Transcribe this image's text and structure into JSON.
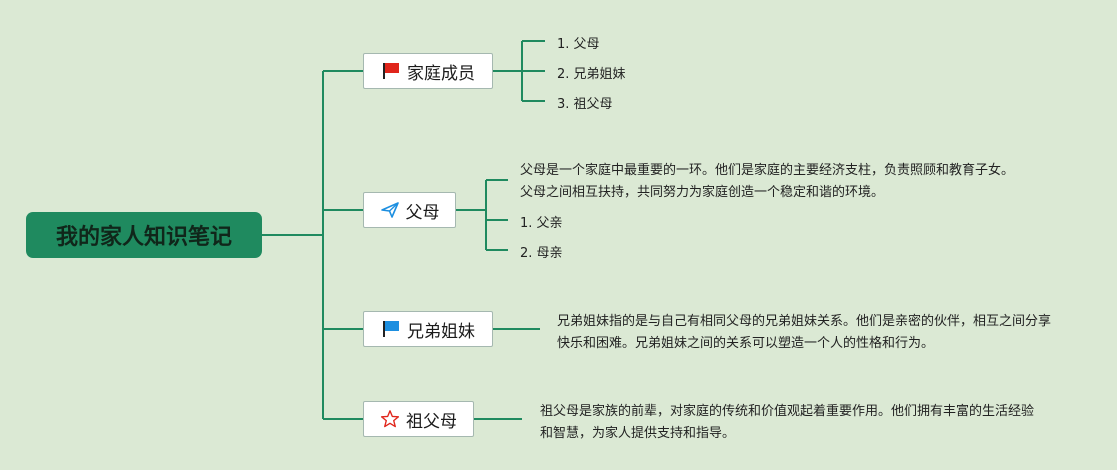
{
  "root": {
    "title": "我的家人知识笔记"
  },
  "branches": [
    {
      "label": "家庭成员",
      "icon": "red-flag-icon",
      "items": [
        "1. 父母",
        "2. 兄弟姐妹",
        "3. 祖父母"
      ]
    },
    {
      "label": "父母",
      "icon": "paper-plane-icon",
      "description": "父母是一个家庭中最重要的一环。他们是家庭的主要经济支柱，负责照顾和教育子女。父母之间相互扶持，共同努力为家庭创造一个稳定和谐的环境。",
      "items": [
        "1. 父亲",
        "2. 母亲"
      ]
    },
    {
      "label": "兄弟姐妹",
      "icon": "blue-flag-icon",
      "description": "兄弟姐妹指的是与自己有相同父母的兄弟姐妹关系。他们是亲密的伙伴，相互之间分享快乐和困难。兄弟姐妹之间的关系可以塑造一个人的性格和行为。"
    },
    {
      "label": "祖父母",
      "icon": "star-outline-icon",
      "description": "祖父母是家族的前辈，对家庭的传统和价值观起着重要作用。他们拥有丰富的生活经验和智慧，为家人提供支持和指导。"
    }
  ],
  "colors": {
    "background": "#dbe9d4",
    "root_fill": "#1f8a5f",
    "connector": "#1f8a5f",
    "flag_red": "#e0251b",
    "flag_blue": "#1d8fe0",
    "star_red": "#e0251b"
  }
}
